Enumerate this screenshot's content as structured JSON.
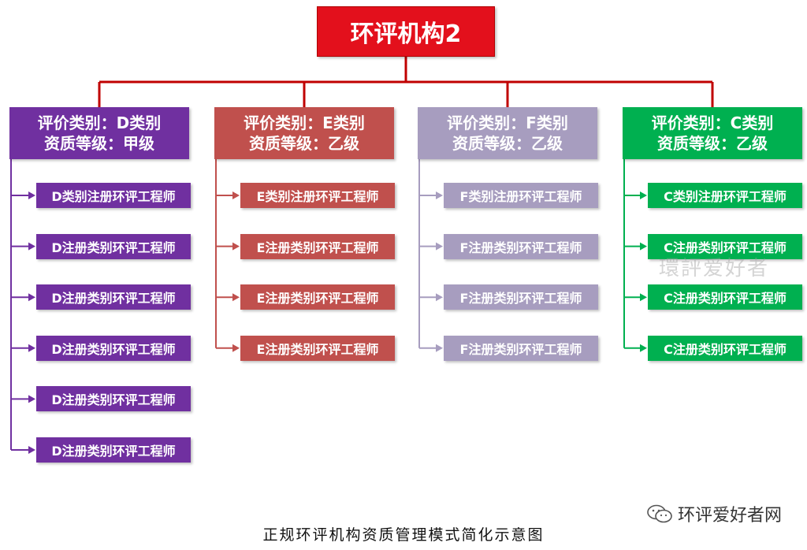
{
  "root": {
    "label": "环评机构2"
  },
  "columns": [
    {
      "key": "D",
      "color": "#7030a0",
      "line1": "评价类别：D类别",
      "line2": "资质等级：甲级",
      "items": [
        "D类别注册环评工程师",
        "D注册类别环评工程师",
        "D注册类别环评工程师",
        "D注册类别环评工程师",
        "D注册类别环评工程师",
        "D注册类别环评工程师"
      ]
    },
    {
      "key": "E",
      "color": "#c0504d",
      "line1": "评价类别：E类别",
      "line2": "资质等级：乙级",
      "items": [
        "E类别注册环评工程师",
        "E注册类别环评工程师",
        "E注册类别环评工程师",
        "E注册类别环评工程师"
      ]
    },
    {
      "key": "F",
      "color": "#a79dbf",
      "line1": "评价类别：F类别",
      "line2": "资质等级：乙级",
      "items": [
        "F类别注册环评工程师",
        "F注册类别环评工程师",
        "F注册类别环评工程师",
        "F注册类别环评工程师"
      ]
    },
    {
      "key": "C",
      "color": "#00b050",
      "line1": "评价类别：C类别",
      "line2": "资质等级：乙级",
      "items": [
        "C类别注册环评工程师",
        "C注册类别环评工程师",
        "C注册类别环评工程师",
        "C注册类别环评工程师"
      ]
    }
  ],
  "colors": {
    "root": "#e3101c",
    "connector": "#c00000"
  },
  "caption": "正规环评机构资质管理模式简化示意图",
  "watermark": {
    "brand": "环评爱好者网",
    "center": "環評爱好者",
    "icon": "wechat-icon"
  }
}
